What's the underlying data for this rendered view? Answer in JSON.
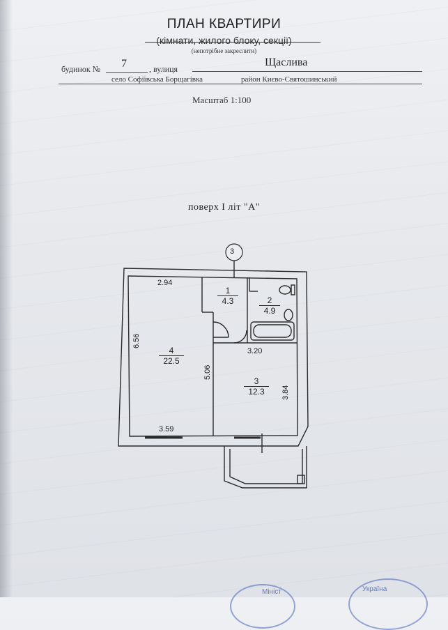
{
  "header": {
    "title": "ПЛАН КВАРТИРИ",
    "subtitle": "(кімнати, жилого блоку, секції)",
    "note": "(непотрібне закреслити)"
  },
  "address": {
    "building_label": "будинок №",
    "building_number": "7",
    "street_label": ", вулиця",
    "street_value": "Щаслива",
    "village": "село Софіївська Борщагівка",
    "district": "район Києво-Святошинський"
  },
  "scale": "Масштаб 1:100",
  "floor": "поверх  I  літ  \"А\"",
  "plan": {
    "entrance_number": "3",
    "dimensions": {
      "top_width": "2.94",
      "left_height": "6.56",
      "inner_height": "5.06",
      "bottom_width": "3.59",
      "room3_width": "3.20",
      "room3_height": "3.84"
    },
    "rooms": [
      {
        "number": "1",
        "area": "4.3"
      },
      {
        "number": "2",
        "area": "4.9"
      },
      {
        "number": "4",
        "area": "22.5"
      },
      {
        "number": "3",
        "area": "12.3"
      }
    ]
  },
  "stamps": {
    "left_text": "Мініст",
    "right_text": "Україна"
  }
}
